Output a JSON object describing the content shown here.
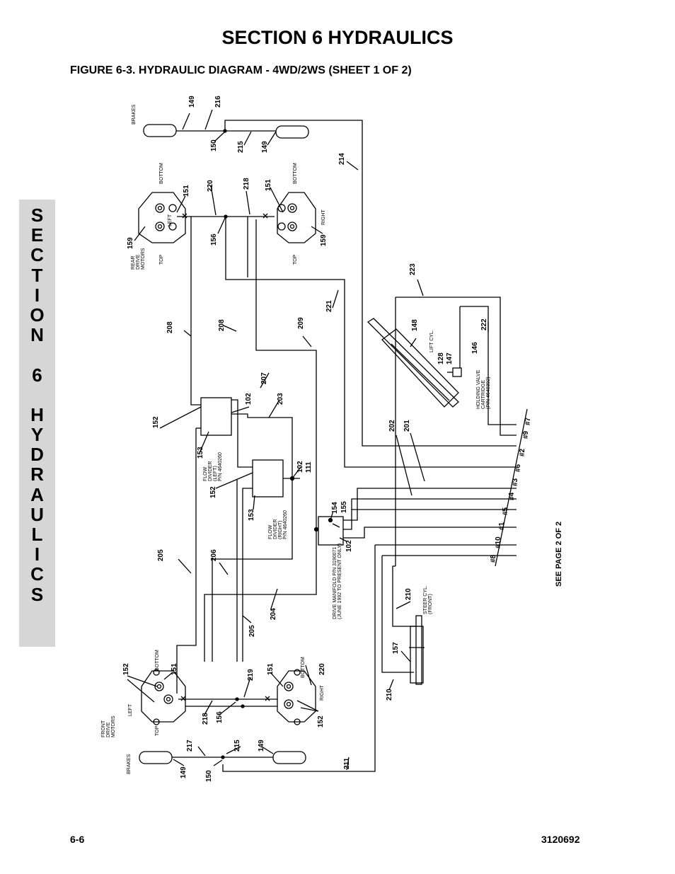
{
  "header": {
    "section_title": "SECTION 6  HYDRAULICS",
    "figure_title": "FIGURE 6-3.    HYDRAULIC DIAGRAM - 4WD/2WS  (SHEET 1 OF 2)"
  },
  "side_tab": {
    "letters": [
      "S",
      "E",
      "C",
      "T",
      "I",
      "O",
      "N",
      "",
      "6",
      "",
      "H",
      "Y",
      "D",
      "R",
      "A",
      "U",
      "L",
      "I",
      "C",
      "S"
    ]
  },
  "footer": {
    "page_number": "6-6",
    "doc_number": "3120692"
  },
  "diagram": {
    "see_page": "SEE PAGE 2 OF 2",
    "text_labels": {
      "brakes_top": "BRAKES",
      "brakes_bottom": "BRAKES",
      "bottom_rl": "BOTTOM",
      "bottom_rr": "BOTTOM",
      "bottom_fl": "BOTTOM",
      "bottom_fr": "BOTTOM",
      "left_rear": "LEFT",
      "left_front": "LEFT",
      "right_rear": "RIGHT",
      "right_front": "RIGHT",
      "top_rl": "TOP",
      "top_rr": "TOP",
      "top_fl": "TOP",
      "rear_motors_1": "REAR",
      "rear_motors_2": "DRIVE",
      "rear_motors_3": "MOTORS",
      "front_motors_1": "FRONT",
      "front_motors_2": "DRIVE",
      "front_motors_3": "MOTORS",
      "fd_left_1": "FLOW",
      "fd_left_2": "DIVIDER",
      "fd_left_3": "(LEFT)",
      "fd_left_4": "P/N 4640260",
      "fd_right_1": "FLOW",
      "fd_right_2": "DIVIDER",
      "fd_right_3": "(RIGHT)",
      "fd_right_4": "P/N 4640260",
      "manifold_1": "DRIVE MANIFOLD P/N 3190071",
      "manifold_2": "(JUNE 1992 TO PRESENT ONLY)",
      "lift_cyl": "LIFT CYL.",
      "holding_1": "HOLDING VALVE",
      "holding_2": "CARTRIDGE",
      "holding_3": "(P/N 4640392)",
      "steer_1": "STEER CYL.",
      "steer_2": "(FRONT)"
    },
    "ports": [
      "#7",
      "#9",
      "#2",
      "#6",
      "#3",
      "#4",
      "#5",
      "#1",
      "#10",
      "#8"
    ],
    "callouts": {
      "c149a": "149",
      "c216": "216",
      "c150a": "150",
      "c215a": "215",
      "c149b": "149",
      "c214": "214",
      "c151a": "151",
      "c220a": "220",
      "c218a": "218",
      "c151b": "151",
      "c159a": "159",
      "c156a": "156",
      "c159b": "159",
      "c223": "223",
      "c221": "221",
      "c208a": "208",
      "c208b": "208",
      "c209": "209",
      "c148": "148",
      "c222": "222",
      "c128": "128",
      "c147": "147",
      "c146": "146",
      "c207": "207",
      "c102a": "102",
      "c203": "203",
      "c152a": "152",
      "c153a": "153",
      "c202": "202",
      "c201": "201",
      "c102b": "102",
      "c111": "111",
      "c152b": "152",
      "c153b": "153",
      "c154": "154",
      "c155": "155",
      "c102c": "102",
      "c205a": "205",
      "c206": "206",
      "c204": "204",
      "c205b": "205",
      "c210a": "210",
      "c157": "157",
      "c152c": "152",
      "c151c": "151",
      "c219": "219",
      "c151d": "151",
      "c220b": "220",
      "c210b": "210",
      "c218b": "218",
      "c156b": "156",
      "c152d": "152",
      "c217": "217",
      "c215b": "215",
      "c149c": "149",
      "c211": "211",
      "c149d": "149",
      "c150b": "150"
    }
  }
}
